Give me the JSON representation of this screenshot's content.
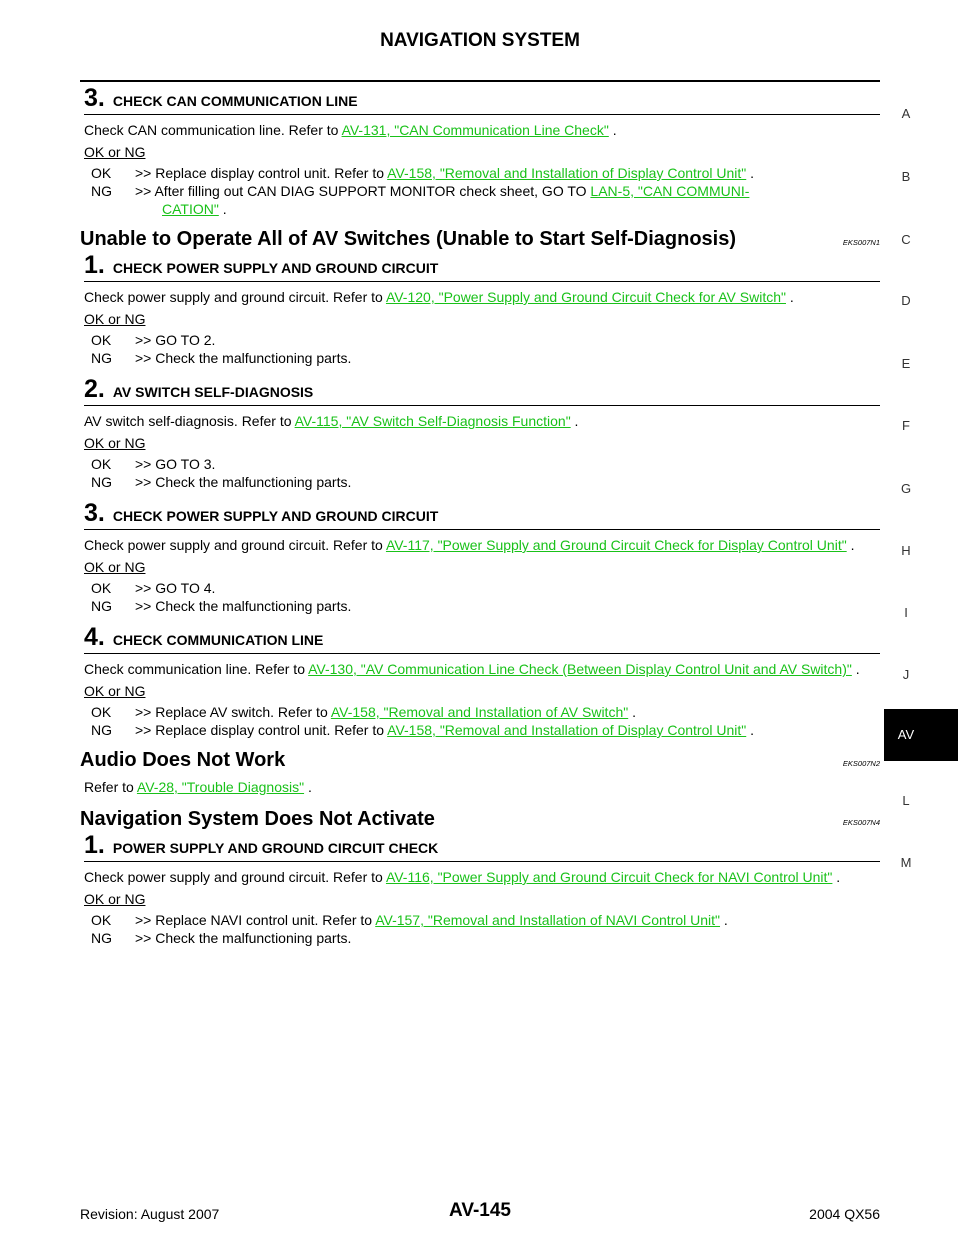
{
  "header": {
    "title": "NAVIGATION SYSTEM"
  },
  "side_tabs": [
    "A",
    "B",
    "C",
    "D",
    "E",
    "F",
    "G",
    "H",
    "I",
    "J",
    "AV",
    "L",
    "M"
  ],
  "active_tab": "AV",
  "ok_ng_label": "OK or NG",
  "s0": {
    "step3": {
      "num": "3.",
      "title": "CHECK CAN COMMUNICATION LINE",
      "text": "Check CAN communication line. Refer to ",
      "link": "AV-131, \"CAN Communication Line Check\"",
      "tail": " .",
      "ok_key": "OK",
      "ok_text": ">> Replace display control unit. Refer to ",
      "ok_link": "AV-158, \"Removal and Installation of Display Control Unit\"",
      "ok_tail": " .",
      "ng_key": "NG",
      "ng_text": ">> After filling out CAN DIAG SUPPORT MONITOR check sheet, GO TO ",
      "ng_link1": "LAN-5, \"CAN COMMUNI-",
      "ng_link2": "CATION\"",
      "ng_tail": " ."
    }
  },
  "s1": {
    "title": "Unable to Operate All of AV Switches (Unable to Start Self-Diagnosis)",
    "code": "EKS007N1",
    "step1": {
      "num": "1.",
      "title": "CHECK POWER SUPPLY AND GROUND CIRCUIT",
      "text": "Check power supply and ground circuit. Refer to ",
      "link": "AV-120, \"Power Supply and Ground Circuit Check for AV Switch\"",
      "tail": " .",
      "ok_key": "OK",
      "ok_text": ">> GO TO 2.",
      "ng_key": "NG",
      "ng_text": ">> Check the malfunctioning parts."
    },
    "step2": {
      "num": "2.",
      "title": "AV SWITCH SELF-DIAGNOSIS",
      "text": "AV switch self-diagnosis. Refer to ",
      "link": "AV-115, \"AV Switch Self-Diagnosis Function\"",
      "tail": " .",
      "ok_key": "OK",
      "ok_text": ">> GO TO 3.",
      "ng_key": "NG",
      "ng_text": ">> Check the malfunctioning parts."
    },
    "step3": {
      "num": "3.",
      "title": "CHECK POWER SUPPLY AND GROUND CIRCUIT",
      "text": "Check power supply and ground circuit. Refer to ",
      "link": "AV-117, \"Power Supply and Ground Circuit Check for Display Control Unit\"",
      "tail": " .",
      "ok_key": "OK",
      "ok_text": ">> GO TO 4.",
      "ng_key": "NG",
      "ng_text": ">> Check the malfunctioning parts."
    },
    "step4": {
      "num": "4.",
      "title": "CHECK COMMUNICATION LINE",
      "text": "Check communication line. Refer to ",
      "link": "AV-130, \"AV Communication Line Check (Between Display Control Unit and AV Switch)\"",
      "tail": " .",
      "ok_key": "OK",
      "ok_text": ">> Replace AV switch. Refer to ",
      "ok_link": "AV-158, \"Removal and Installation of AV Switch\"",
      "ok_tail": " .",
      "ng_key": "NG",
      "ng_text": ">> Replace display control unit. Refer to ",
      "ng_link": "AV-158, \"Removal and Installation of Display Control Unit\"",
      "ng_tail": " ."
    }
  },
  "s2": {
    "title": "Audio Does Not Work",
    "code": "EKS007N2",
    "text": "Refer to ",
    "link": "AV-28, \"Trouble Diagnosis\"",
    "tail": " ."
  },
  "s3": {
    "title": "Navigation System Does Not Activate",
    "code": "EKS007N4",
    "step1": {
      "num": "1.",
      "title": "POWER SUPPLY AND GROUND CIRCUIT CHECK",
      "text": "Check power supply and ground circuit. Refer to ",
      "link": "AV-116, \"Power Supply and Ground Circuit Check for NAVI Control Unit\"",
      "tail": " .",
      "ok_key": "OK",
      "ok_text": ">> Replace NAVI control unit. Refer to ",
      "ok_link": "AV-157, \"Removal and Installation of NAVI Control Unit\"",
      "ok_tail": " .",
      "ng_key": "NG",
      "ng_text": ">> Check the malfunctioning parts."
    }
  },
  "footer": {
    "revision": "Revision: August 2007",
    "page": "AV-145",
    "model": "2004 QX56"
  }
}
